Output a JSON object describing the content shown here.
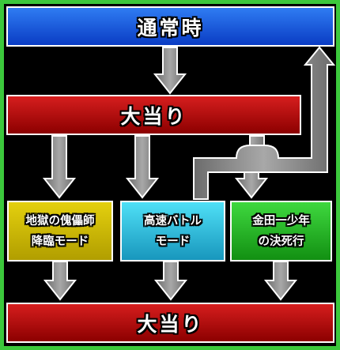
{
  "diagram": {
    "top_state": "通常時",
    "first_hit": "大当り",
    "modes": [
      "地獄の傀儡師\n降臨モード",
      "高速バトル\nモード",
      "金田一少年\nの決死行"
    ],
    "final_hit": "大当り"
  },
  "colors": {
    "border": "#3cc83c",
    "normal_box": "#1448d8",
    "hit_box": "#b80c0c",
    "mode_1": "#d2be00",
    "mode_2": "#2cbcd8",
    "mode_3": "#22b422",
    "arrow": "#888888"
  }
}
